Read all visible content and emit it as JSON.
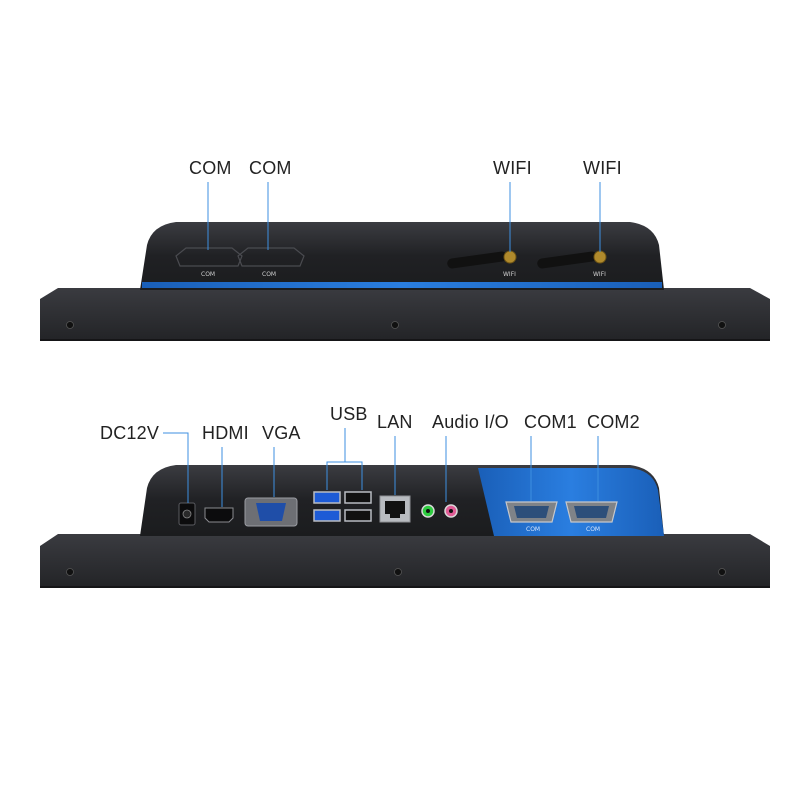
{
  "top_view": {
    "labels": {
      "com_a": "COM",
      "com_b": "COM",
      "wifi_a": "WIFI",
      "wifi_b": "WIFI"
    },
    "panel_text": {
      "com_a": "COM",
      "com_b": "COM",
      "wifi_a": "WIFI",
      "wifi_b": "WIFI"
    }
  },
  "bottom_view": {
    "labels": {
      "dc": "DC12V",
      "hdmi": "HDMI",
      "vga": "VGA",
      "usb": "USB",
      "lan": "LAN",
      "audio": "Audio I/O",
      "com1": "COM1",
      "com2": "COM2"
    },
    "panel_text": {
      "com1": "COM",
      "com2": "COM"
    }
  },
  "colors": {
    "chassis": "#2b2c30",
    "accent_blue": "#1f6fd1",
    "leader_line": "#3d8fe0"
  }
}
